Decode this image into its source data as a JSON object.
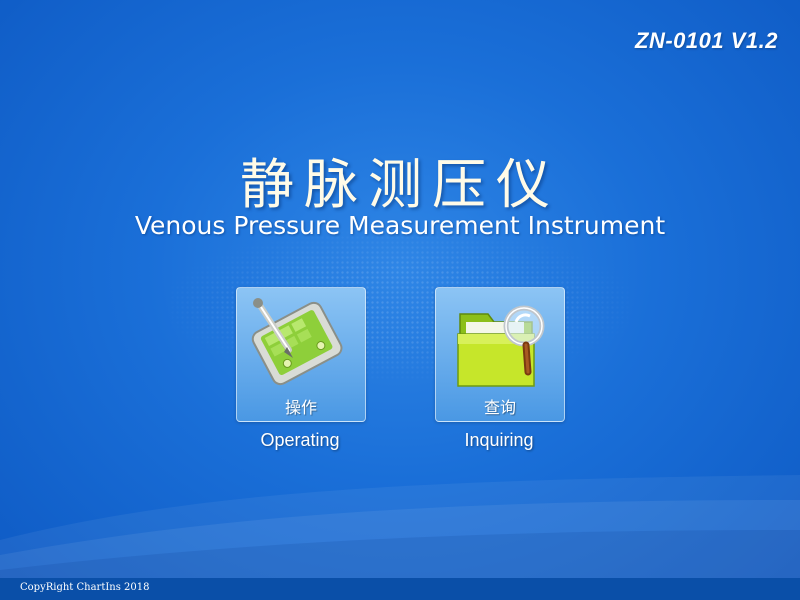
{
  "header": {
    "version": "ZN-0101 V1.2"
  },
  "title": {
    "zh": "静脉测压仪",
    "en": "Venous Pressure Measurement Instrument"
  },
  "menu": [
    {
      "label_zh": "操作",
      "label_en": "Operating",
      "icon": "tablet-pen-icon"
    },
    {
      "label_zh": "查询",
      "label_en": "Inquiring",
      "icon": "folder-search-icon"
    }
  ],
  "footer": {
    "copyright": "CopyRight ChartIns 2018"
  },
  "colors": {
    "background": "#1a6fd8",
    "footer": "#0a4fa8",
    "tile": "#6aaeee"
  }
}
